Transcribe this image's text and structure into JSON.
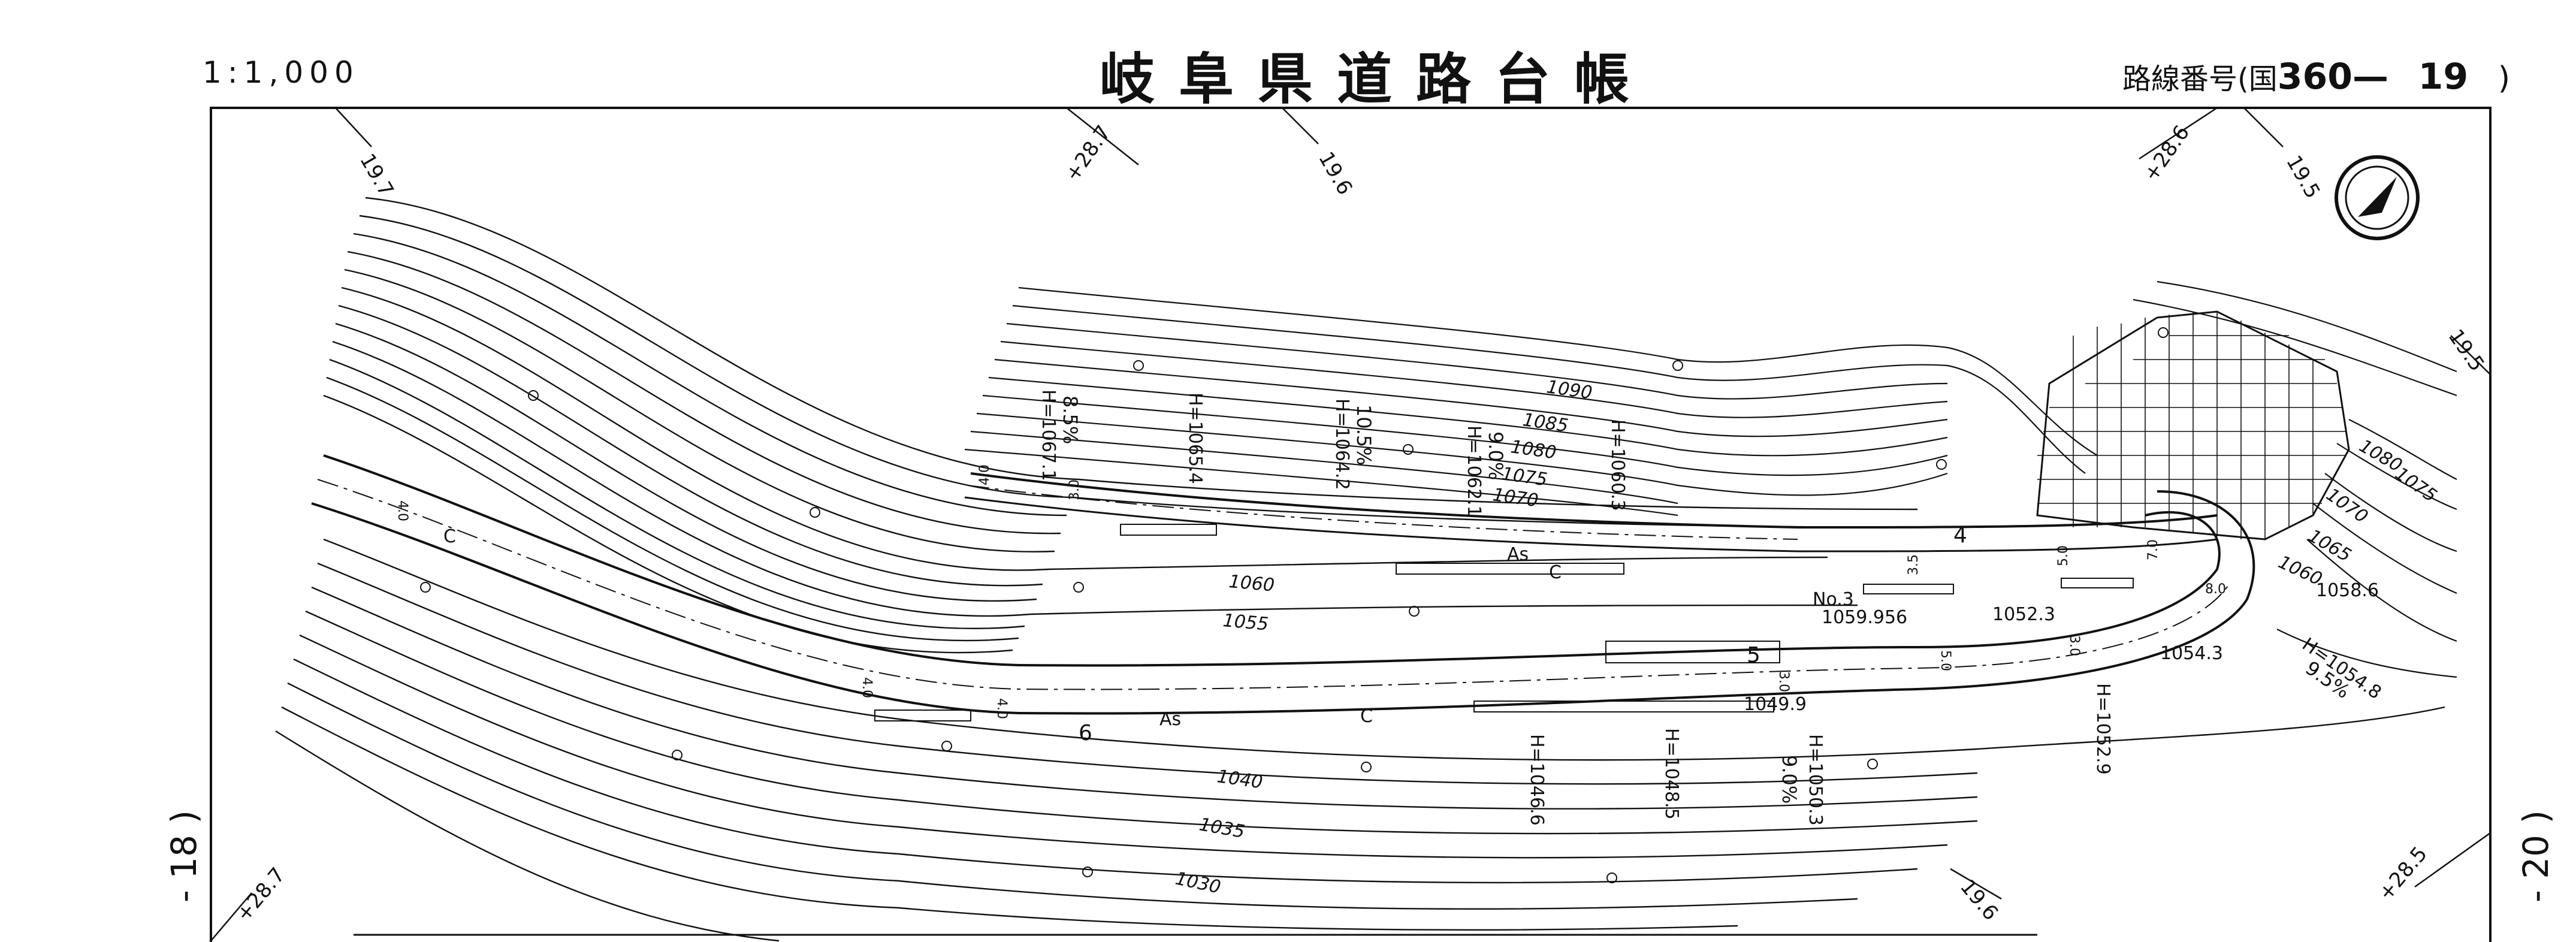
{
  "header": {
    "scale": "1:1,000",
    "title": "岐阜県道路台帳",
    "route_label": "路線番号(国",
    "route_number": "360—",
    "route_sheet": "19",
    "route_close": ")"
  },
  "side_labels": {
    "left": "- 18 )",
    "right": "- 20 )"
  },
  "north_icon": "north-arrow-icon",
  "stations": [
    "19.7",
    "+28.7",
    "19.6",
    "+28.6",
    "19.5",
    "19.5",
    "+28.7",
    "19.6",
    "+28.5"
  ],
  "contours": [
    "1090",
    "1085",
    "1080",
    "1075",
    "1070",
    "1060",
    "1055",
    "1040",
    "1035",
    "1030",
    "1080",
    "1075",
    "1070",
    "1065",
    "1060"
  ],
  "elevations": [
    "H=1067.1",
    "H=1065.4",
    "H=1064.2",
    "H=1062.1",
    "H=1060.3",
    "H=1046.6",
    "H=1048.5",
    "H=1050.3",
    "H=1052.9",
    "H=1054.8",
    "1059.956",
    "1052.3",
    "1054.3",
    "1058.6",
    "1049.9"
  ],
  "grades": [
    "8.5%",
    "10.5%",
    "9.0%",
    "9.0%",
    "9.5%"
  ],
  "widths": [
    "4.0",
    "3.0",
    "4.0",
    "4.0",
    "4.0",
    "3.5",
    "5.0",
    "7.0",
    "8.0",
    "3.0",
    "5.0",
    "3.0"
  ],
  "markers": [
    "As",
    "C",
    "As",
    "C",
    "C",
    "5",
    "6",
    "4",
    "No.3"
  ],
  "colors": {
    "ink": "#111111",
    "paper": "#ffffff"
  }
}
